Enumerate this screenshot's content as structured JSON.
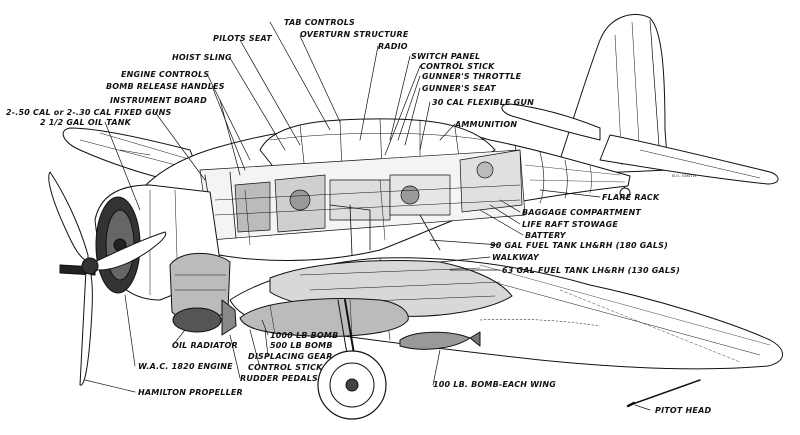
{
  "labels": {
    "tab_controls": "TAB CONTROLS",
    "pilots_seat": "PILOTS SEAT",
    "overturn_structure": "OVERTURN STRUCTURE",
    "radio": "RADIO",
    "hoist_sling": "HOIST SLING",
    "switch_panel": "SWITCH PANEL",
    "control_stick_upper": "CONTROL STICK",
    "engine_controls": "ENGINE CONTROLS",
    "gunners_throttle": "GUNNER'S THROTTLE",
    "bomb_release_handles": "BOMB RELEASE HANDLES",
    "gunners_seat": "GUNNER'S SEAT",
    "instrument_board": "INSTRUMENT BOARD",
    "cal30_flexible_gun": "30 CAL FLEXIBLE GUN",
    "fixed_guns": "2-.50 CAL or 2-.30 CAL FIXED GUNS",
    "oil_tank": "2 1/2 GAL OIL TANK",
    "ammunition": "AMMUNITION",
    "flare_rack": "FLARE RACK",
    "baggage_compartment": "BAGGAGE COMPARTMENT",
    "life_raft_stowage": "LIFE RAFT STOWAGE",
    "battery": "BATTERY",
    "fuel_tank_left": "90 GAL FUEL TANK LH&RH (180 GALS)",
    "walkway": "WALKWAY",
    "fuel_tank_right": "63 GAL FUEL TANK LH&RH (130 GALS)",
    "oil_radiator": "OIL RADIATOR",
    "bomb_1000": "1000 LB BOMB",
    "bomb_500": "500 LB BOMB",
    "displacing_gear": "DISPLACING GEAR",
    "control_stick_lower": "CONTROL STICK",
    "rudder_pedals": "RUDDER PEDALS",
    "wac_engine": "W.A.C. 1820 ENGINE",
    "hamilton_propeller": "HAMILTON PROPELLER",
    "bomb_each_wing": "100 LB. BOMB-EACH WING",
    "pitot_head": "PITOT HEAD"
  },
  "artist_signature": "R.G. SMITH"
}
